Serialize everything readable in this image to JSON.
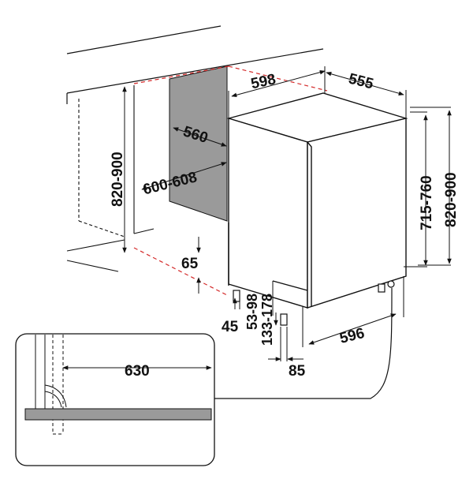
{
  "colors": {
    "line": "#111111",
    "accent_dash": "#d42a2a",
    "panel_fill": "#9a9a9a",
    "panel_fill_light": "#c9c9c9",
    "background": "#ffffff"
  },
  "dimensions": {
    "depth_555": "555",
    "width_598": "598",
    "niche_depth_560": "560",
    "niche_width_600_608": "600-608",
    "niche_height_820_900_left": "820-900",
    "appliance_height_715_760": "715-760",
    "total_height_820_900_right": "820-900",
    "plinth_65": "65",
    "foot_45": "45",
    "plinth_53_98": "53-98",
    "plinth_133_178": "133-178",
    "base_width_596": "596",
    "foot_85": "85",
    "door_swing_630": "630"
  }
}
